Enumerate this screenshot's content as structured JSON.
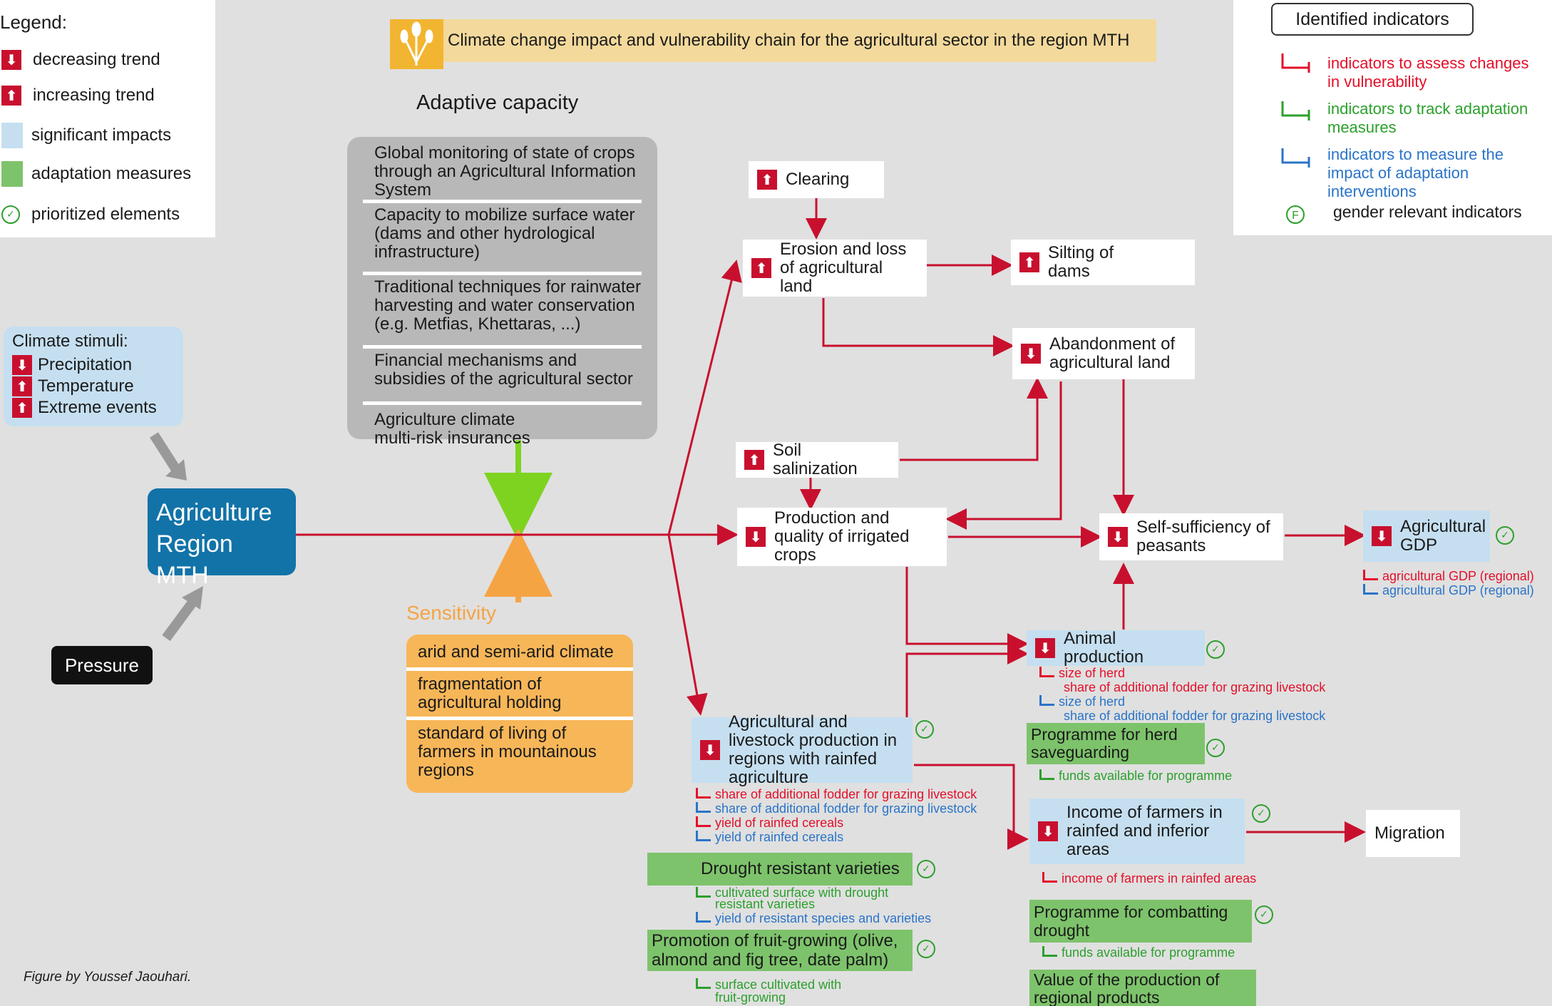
{
  "legend": {
    "title": "Legend:",
    "items": [
      {
        "label": "decreasing trend",
        "icon": "down-arrow-icon"
      },
      {
        "label": "increasing trend",
        "icon": "up-arrow-icon"
      },
      {
        "label": "significant impacts",
        "color": "#c5dff0"
      },
      {
        "label": "adaptation measures",
        "color": "#7dc36b"
      },
      {
        "label": "prioritized elements",
        "icon": "check-circle-icon"
      }
    ]
  },
  "title": "Climate change impact and vulnerability chain for the agricultural sector in the region MTH",
  "indicators_panel": {
    "title": "Identified indicators",
    "items": [
      {
        "label": "indicators to assess changes in vulnerability",
        "color": "#e3102a"
      },
      {
        "label": "indicators to track adaptation measures",
        "color": "#2ca02c"
      },
      {
        "label": "indicators to measure the impact of adaptation interventions",
        "color": "#2a74c8"
      },
      {
        "label": "gender relevant indicators",
        "icon": "F"
      }
    ]
  },
  "adaptive_capacity": {
    "title": "Adaptive capacity",
    "items": [
      "Global monitoring of state of crops through an Agricultural Information System",
      "Capacity to mobilize surface water (dams and other hydrological infrastructure)",
      "Traditional techniques for rainwater harvesting and water conservation (e.g. Metfias, Khettaras, ...)",
      "Financial mechanisms and subsidies of the agricultural sector",
      "Agriculture climate multi-risk insurances"
    ]
  },
  "climate_stimuli": {
    "title": "Climate stimuli:",
    "items": [
      {
        "label": "Precipitation",
        "trend": "down"
      },
      {
        "label": "Temperature",
        "trend": "up"
      },
      {
        "label": "Extreme events",
        "trend": "up"
      }
    ]
  },
  "main_node": "Agriculture Region MTH",
  "pressure": "Pressure",
  "sensitivity": {
    "title": "Sensitivity",
    "items": [
      "arid and semi-arid climate",
      "fragmentation of agricultural holding",
      "standard of living of farmers in mountainous regions"
    ]
  },
  "nodes": {
    "clearing": "Clearing",
    "erosion": "Erosion and loss of agricultural land",
    "silting": "Silting of dams",
    "abandonment": "Abandonment of agricultural land",
    "salinization": "Soil salinization",
    "production": "Production and quality of irrigated crops",
    "self_sufficiency": "Self-sufficiency of peasants",
    "gdp": "Agricultural GDP",
    "animal": "Animal production",
    "rainfed": "Agricultural and livestock production in regions with rainfed agriculture",
    "income": "Income of farmers in rainfed and inferior areas",
    "migration": "Migration"
  },
  "measures": {
    "herd": "Programme for herd saveguarding",
    "drought_varieties": "Drought resistant varieties",
    "fruit": "Promotion of fruit-growing (olive, almond and fig tree, date palm)",
    "combat_drought": "Programme for combatting drought",
    "regional_products": "Value of the production of regional products"
  },
  "indicators": {
    "gdp_red": "agricultural GDP (regional)",
    "gdp_blue": "agricultural GDP (regional)",
    "animal_red_1": "size of herd",
    "animal_red_2": "share of additional fodder for grazing livestock",
    "animal_blue_1": "size of herd",
    "animal_blue_2": "share of additional fodder for grazing livestock",
    "herd_green": "funds available for programme",
    "rainfed_red_1": "share of additional fodder for grazing livestock",
    "rainfed_blue_1": "share of additional fodder for grazing livestock",
    "rainfed_red_2": "yield of rainfed cereals",
    "rainfed_blue_2": "yield of rainfed cereals",
    "drought_green": "cultivated surface with drought resistant varieties",
    "drought_blue": "yield of resistant species and varieties",
    "fruit_green": "surface cultivated with fruit-growing",
    "income_red": "income of farmers in rainfed areas",
    "combat_green": "funds available for programme"
  },
  "credit": "Figure by Youssef Jaouhari."
}
